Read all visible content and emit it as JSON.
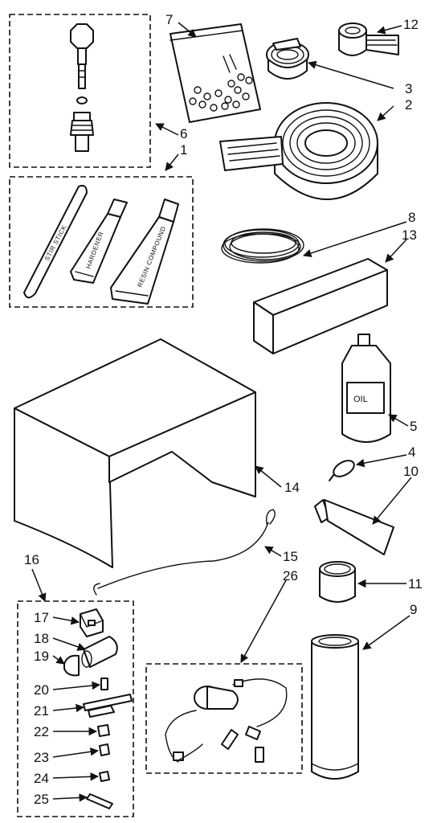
{
  "callouts": {
    "n1": "1",
    "n2": "2",
    "n3": "3",
    "n4": "4",
    "n5": "5",
    "n6": "6",
    "n7": "7",
    "n8": "8",
    "n9": "9",
    "n10": "10",
    "n11": "11",
    "n12": "12",
    "n13": "13",
    "n14": "14",
    "n15": "15",
    "n16": "16",
    "n17": "17",
    "n18": "18",
    "n19": "19",
    "n20": "20",
    "n21": "21",
    "n22": "22",
    "n23": "23",
    "n24": "24",
    "n25": "25",
    "n26": "26"
  },
  "labels": {
    "stir_stick": "STIR STICK",
    "hardener": "HARDENER",
    "resin_compound": "RESIN COMPOUND",
    "oil": "OIL"
  }
}
